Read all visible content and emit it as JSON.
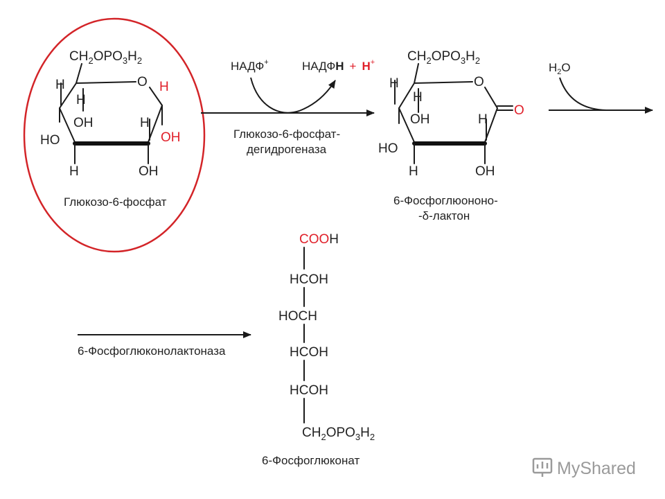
{
  "colors": {
    "accent_red": "#e0202a",
    "ink": "#222222",
    "watermark": "#9a9a9a"
  },
  "glucose6p": {
    "ch2": "CH",
    "two": "2",
    "opo": "OPO",
    "three": "3",
    "h": "H",
    "sub2": "2",
    "ring_o": "O",
    "h_red": "H",
    "h_c4": "H",
    "h_c5": "H",
    "oh_c3": "OH",
    "ho_c4": "HO",
    "h_c2": "H",
    "oh_red": "OH",
    "h_c3": "H",
    "oh_c2": "OH",
    "label": "Глюкозо-6-фосфат"
  },
  "reaction1": {
    "nadp": "НАДФ",
    "nadp_plus": "+",
    "nadph_prefix": "НАДФ",
    "nadph_h": "Н",
    "plus": "+",
    "h_ion": "Н",
    "h_ion_plus": "+",
    "enzyme_line1": "Глюкозо-6-фосфат-",
    "enzyme_line2": "дегидрогеназа"
  },
  "lactone": {
    "ch2": "CH",
    "two": "2",
    "opo": "OPO",
    "three": "3",
    "h": "H",
    "sub2": "2",
    "ring_o": "O",
    "carbonyl_o": "O",
    "h_c5": "H",
    "h_c4": "H",
    "oh_c3": "OH",
    "h_c2": "H",
    "ho_c4": "HO",
    "h_c3": "H",
    "oh_c2": "OH",
    "label_line1": "6-Фосфоглюононо-",
    "label_line2": "-δ-лактон"
  },
  "reaction2": {
    "water_h": "H",
    "water_2": "2",
    "water_o": "O",
    "enzyme": "6-Фосфоглюконолактоназа"
  },
  "gluconate": {
    "coo": "COO",
    "coo_h": "H",
    "row2": "HCOH",
    "row3": "HOCH",
    "row4": "HCOH",
    "row5": "HCOH",
    "ch2": "CH",
    "two": "2",
    "opo": "OPO",
    "three": "3",
    "h": "H",
    "sub2": "2",
    "label": "6-Фосфоглюконат"
  },
  "watermark": {
    "text": "MyShared"
  }
}
